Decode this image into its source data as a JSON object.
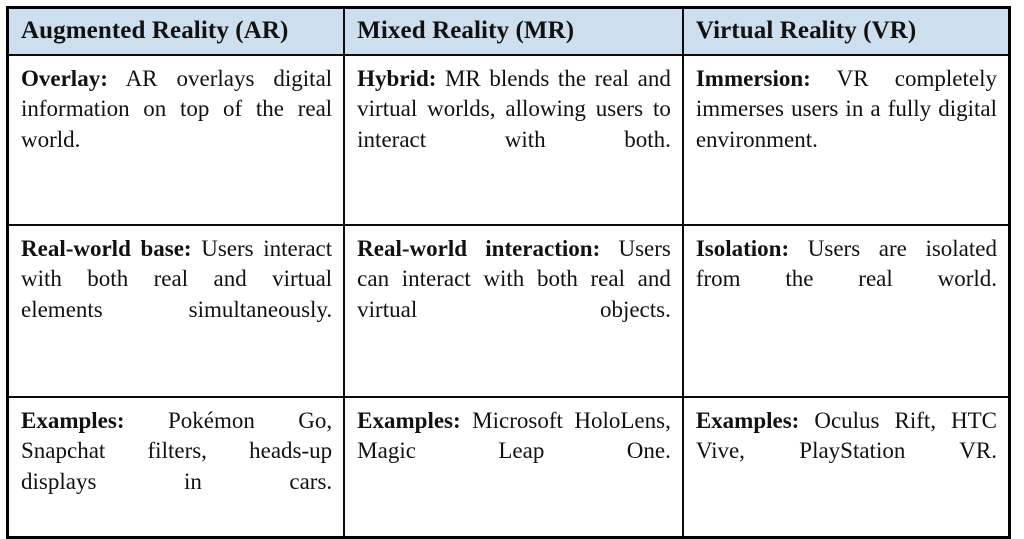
{
  "table": {
    "headers": [
      {
        "label": "Augmented Reality (AR)"
      },
      {
        "label": "Mixed Reality (MR)"
      },
      {
        "label": "Virtual Reality (VR)"
      }
    ],
    "header_background": "#cddeef",
    "border_color": "#0b0b0b",
    "rows": [
      {
        "name": "core-concept",
        "cells": [
          {
            "lead": "Overlay:",
            "body": " AR overlays digital information on top of the real world."
          },
          {
            "lead": "Hybrid:",
            "body": " MR blends the real and virtual worlds, allowing users to interact with both."
          },
          {
            "lead": "Immersion:",
            "body": " VR completely immerses users in a fully digital environment."
          }
        ]
      },
      {
        "name": "user-experience",
        "cells": [
          {
            "lead": "Real-world base:",
            "body": " Users interact with both real and virtual elements simultaneously."
          },
          {
            "lead": "Real-world interaction:",
            "body": " Users can interact with both real and virtual objects."
          },
          {
            "lead": "Isolation:",
            "body": " Users are isolated from the real world."
          }
        ]
      },
      {
        "name": "examples",
        "cells": [
          {
            "lead": "Examples:",
            "body": " Pokémon Go, Snapchat filters, heads-up displays in cars."
          },
          {
            "lead": "Examples:",
            "body": " Microsoft HoloLens, Magic Leap One."
          },
          {
            "lead": "Examples:",
            "body": " Oculus Rift, HTC Vive, PlayStation VR."
          }
        ]
      }
    ]
  }
}
